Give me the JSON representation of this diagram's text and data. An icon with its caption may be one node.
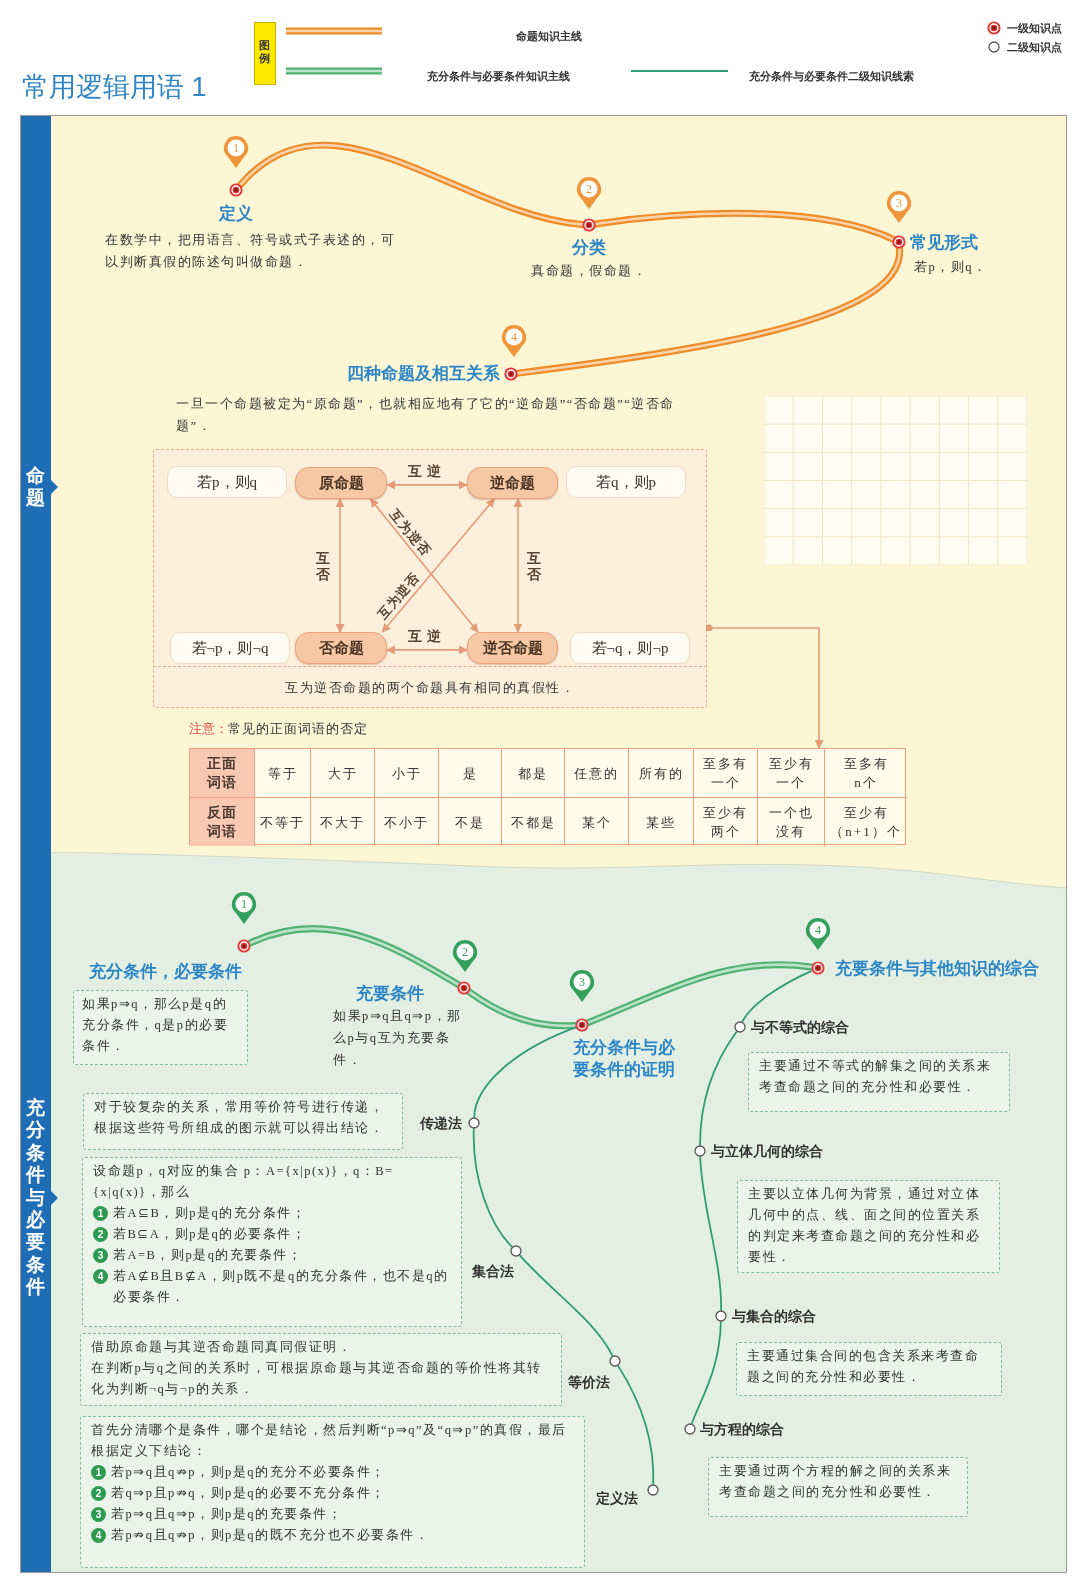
{
  "diagram": {
    "title": "常用逻辑用语 1",
    "nodes": [
      {
        "text": [
          "命题"
        ]
      },
      {
        "text": [
          "1"
        ],
        "in": 0
      },
      {
        "text": [
          "定义",
          "在数学中，把用语言、符号或式子表述的，可以判断真假的陈述句叫做命题．"
        ],
        "in": 0
      },
      {
        "text": [
          "2"
        ],
        "in": 0
      },
      {
        "text": [
          "分类",
          "真命题，假命题．"
        ],
        "in": 0
      },
      {
        "text": [
          "3"
        ],
        "in": 0
      },
      {
        "text": [
          "常见形式",
          "若p，则q．"
        ],
        "in": 0
      },
      {
        "text": [
          "4"
        ],
        "in": 0
      },
      {
        "text": [
          "四种命题及相互关系"
        ],
        "in": 0
      },
      {
        "text": [
          "一旦一个命题被定为“原命题”，也就相应地有了它的“逆命题”“否命题”“逆否命题”．",
          "互为逆否命题的两个命题具有相同的真假性．"
        ],
        "in": 0
      },
      {
        "text": [
          "若p，则q"
        ],
        "in": 9
      },
      {
        "text": [
          "原命题"
        ],
        "in": 9
      },
      {
        "text": [
          "逆命题"
        ],
        "in": 9
      },
      {
        "text": [
          "若q，则p"
        ],
        "in": 9
      },
      {
        "text": [
          "若¬p，则¬q"
        ],
        "in": 9
      },
      {
        "text": [
          "否命题"
        ],
        "in": 9
      },
      {
        "text": [
          "逆否命题"
        ],
        "in": 9
      },
      {
        "text": [
          "若¬q，则¬p"
        ],
        "in": 9
      },
      {
        "text": [
          "注意：",
          "常见的正面词语的否定"
        ],
        "in": 0
      },
      {
        "text": [
          "充分条件与必要条件"
        ]
      },
      {
        "text": [
          "1"
        ],
        "in": 19
      },
      {
        "text": [
          "充分条件，必要条件",
          "如果p⇒q，那么p是q的充分条件，q是p的必要条件．"
        ],
        "in": 19
      },
      {
        "text": [
          "2"
        ],
        "in": 19
      },
      {
        "text": [
          "充要条件",
          "如果p⇒q且q⇒p，那么p与q互为充要条件．"
        ],
        "in": 19
      },
      {
        "text": [
          "3"
        ],
        "in": 19
      },
      {
        "text": [
          "充分条件与必要条件的证明"
        ],
        "in": 19
      },
      {
        "text": [
          "4"
        ],
        "in": 19
      },
      {
        "text": [
          "充要条件与其他知识的综合"
        ],
        "in": 19
      },
      {
        "text": [
          "对于较复杂的关系，常用等价符号进行传递，根据这些符号所组成的图示就可以得出结论．",
          "传递法"
        ],
        "in": 19
      },
      {
        "text": [
          "设命题p，q对应的集合 p：A={x|p(x)}，q：B={x|q(x)}，那么",
          "1",
          "若A⊆B，则p是q的充分条件；",
          "2",
          "若B⊆A，则p是q的必要条件；",
          "3",
          "若A=B，则p是q的充要条件；",
          "4",
          "若A⊈B且B⊈A，则p既不是q的充分条件，也不是q的必要条件．",
          "集合法"
        ],
        "in": 19
      },
      {
        "text": [
          "借助原命题与其逆否命题同真同假证明．",
          "在判断p与q之间的关系时，可根据原命题与其逆否命题的等价性将其转化为判断¬q与¬p的关系．",
          "等价法"
        ],
        "in": 19
      },
      {
        "text": [
          "首先分清哪个是条件，哪个是结论，然后判断“p⇒q”及“q⇒p”的真假，最后根据定义下结论：",
          "1",
          "若p⇒q且q⇏p，则p是q的充分不必要条件；",
          "2",
          "若q⇒p且p⇏q，则p是q的必要不充分条件；",
          "3",
          "若p⇒q且q⇒p，则p是q的充要条件；",
          "4",
          "若p⇏q且q⇏p，则p是q的既不充分也不必要条件．",
          "定义法"
        ],
        "in": 19
      },
      {
        "text": [
          "与不等式的综合",
          "主要通过不等式的解集之间的关系来考查命题之间的充分性和必要性．"
        ],
        "in": 19
      },
      {
        "text": [
          "与立体几何的综合",
          "主要以立体几何为背景，通过对立体几何中的点、线、面之间的位置关系的判定来考查命题之间的充分性和必要性．"
        ],
        "in": 19
      },
      {
        "text": [
          "与集合的综合",
          "主要通过集合间的包含关系来考查命题之间的充分性和必要性．"
        ],
        "in": 19
      },
      {
        "text": [
          "与方程的综合",
          "主要通过两个方程的解之间的关系来考查命题之间的充分性和必要性．"
        ],
        "in": 19
      }
    ],
    "edges": [
      {
        "from": 2,
        "to": 4,
        "arrow": "none",
        "style": "thick",
        "color": "#f08c28"
      },
      {
        "from": 4,
        "to": 6,
        "arrow": "none",
        "style": "thick",
        "color": "#f08c28"
      },
      {
        "from": 6,
        "to": 8,
        "arrow": "none",
        "style": "thick",
        "color": "#f08c28"
      },
      {
        "from": 11,
        "to": 12,
        "arrow": "both",
        "label": "互逆",
        "color": "#e39b78"
      },
      {
        "from": 11,
        "to": 15,
        "arrow": "both",
        "label": "互否",
        "color": "#e39b78"
      },
      {
        "from": 12,
        "to": 16,
        "arrow": "both",
        "label": "互否",
        "color": "#e39b78"
      },
      {
        "from": 15,
        "to": 16,
        "arrow": "both",
        "label": "互逆",
        "color": "#e39b78"
      },
      {
        "from": 11,
        "to": 16,
        "arrow": "both",
        "label": "互为逆否",
        "color": "#e39b78"
      },
      {
        "from": 15,
        "to": 12,
        "arrow": "both",
        "label": "互为逆否",
        "color": "#e39b78"
      },
      {
        "from": 9,
        "to": 18,
        "arrow": "to",
        "color": "#e39b78"
      },
      {
        "from": 21,
        "to": 23,
        "arrow": "none",
        "style": "thick",
        "color": "#52b273"
      },
      {
        "from": 23,
        "to": 25,
        "arrow": "none",
        "style": "thick",
        "color": "#52b273"
      },
      {
        "from": 25,
        "to": 27,
        "arrow": "none",
        "style": "thick",
        "color": "#52b273"
      },
      {
        "from": 25,
        "to": 28,
        "arrow": "none"
      },
      {
        "from": 28,
        "to": 29,
        "arrow": "none"
      },
      {
        "from": 29,
        "to": 30,
        "arrow": "none"
      },
      {
        "from": 30,
        "to": 31,
        "arrow": "none"
      },
      {
        "from": 27,
        "to": 32,
        "arrow": "none"
      },
      {
        "from": 32,
        "to": 33,
        "arrow": "none"
      },
      {
        "from": 33,
        "to": 34,
        "arrow": "none"
      },
      {
        "from": 34,
        "to": 35,
        "arrow": "none"
      }
    ],
    "labels": [
      "图例",
      "正面词语",
      "等于",
      "大于",
      "小于",
      "是",
      "都是",
      "任意的",
      "所有的",
      "至多有一个",
      "至少有一个",
      "至多有n个",
      "反面词语",
      "不等于",
      "不大于",
      "不小于",
      "不是",
      "不都是",
      "某个",
      "某些",
      "至少有两个",
      "一个也没有",
      "至少有（n+1）个"
    ],
    "legend": [
      {
        "text": "命题知识主线"
      },
      {
        "text": "充分条件与必要条件知识主线"
      },
      {
        "text": "充分条件与必要条件二级知识线索"
      },
      {
        "text": "一级知识点"
      },
      {
        "text": "二级知识点"
      }
    ]
  }
}
